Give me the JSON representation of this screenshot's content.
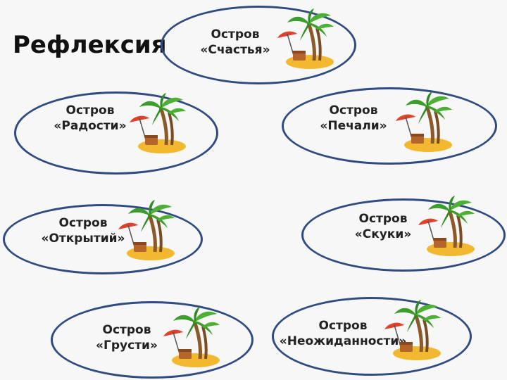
{
  "slide": {
    "title": "Рефлексия"
  },
  "islands": [
    {
      "line1": "Остров",
      "line2": "«Счастья»"
    },
    {
      "line1": "Остров",
      "line2": "«Радости»"
    },
    {
      "line1": "Остров",
      "line2": "«Печали»"
    },
    {
      "line1": "Остров",
      "line2": "«Открытий»"
    },
    {
      "line1": "Остров",
      "line2": "«Скуки»"
    },
    {
      "line1": "Остров",
      "line2": "«Грусти»"
    },
    {
      "line1": "Остров",
      "line2": "«Неожиданности»"
    }
  ],
  "colors": {
    "ellipse_border": "#2f4b82",
    "sand": "#f2b830",
    "palm_leaf": "#3c9c2c",
    "trunk": "#8a5a2b",
    "umbrella": "#e0412a"
  },
  "icons": {
    "island_picture": "palm-island-icon"
  }
}
